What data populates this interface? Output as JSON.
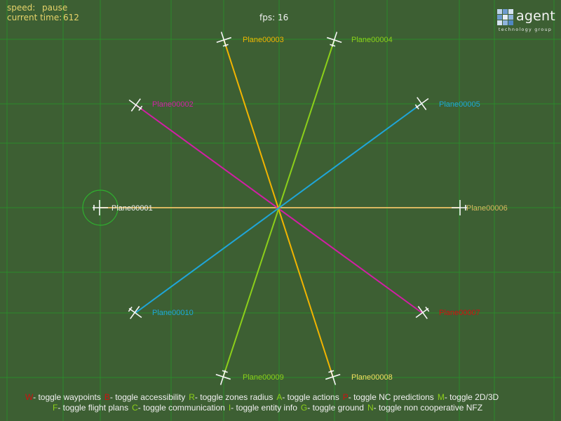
{
  "hud": {
    "speed_label": "speed:",
    "speed_value": "pause",
    "time_label": "current time:",
    "time_value": "612",
    "fps_label": "fps:",
    "fps_value": "16"
  },
  "logo": {
    "word": "agent",
    "sub": "technology group"
  },
  "colors": {
    "background": "#3d5f33",
    "grid": "#2b8a2b",
    "yellow": "#f2b400",
    "green": "#8ccf1a",
    "magenta": "#d21ea5",
    "blue": "#1fa6d9",
    "tan": "#d8b860",
    "red": "#d01010",
    "white": "#f0f0f0"
  },
  "planes": [
    {
      "id": "Plane00001",
      "color": "#f0f0f0"
    },
    {
      "id": "Plane00002",
      "color": "#d21ea5"
    },
    {
      "id": "Plane00003",
      "color": "#f2b400"
    },
    {
      "id": "Plane00004",
      "color": "#8ccf1a"
    },
    {
      "id": "Plane00005",
      "color": "#1fa6d9"
    },
    {
      "id": "Plane00006",
      "color": "#d8b860"
    },
    {
      "id": "Plane00007",
      "color": "#d01010"
    },
    {
      "id": "Plane00008",
      "color": "#f2e060"
    },
    {
      "id": "Plane00009",
      "color": "#8ccf1a"
    },
    {
      "id": "Plane00010",
      "color": "#1fa6d9"
    }
  ],
  "help": {
    "row1": [
      {
        "key": "W",
        "key_color": "#d01010",
        "text": "- toggle waypoints"
      },
      {
        "key": "B",
        "key_color": "#d01010",
        "text": "- toggle accessibility"
      },
      {
        "key": "R",
        "key_color": "#8ccf1a",
        "text": "- toggle zones radius"
      },
      {
        "key": "A",
        "key_color": "#8ccf1a",
        "text": "- toggle actions"
      },
      {
        "key": "P",
        "key_color": "#d01010",
        "text": "- toggle NC predictions"
      },
      {
        "key": "M",
        "key_color": "#8ccf1a",
        "text": "- toggle 2D/3D"
      }
    ],
    "row2": [
      {
        "key": "F",
        "key_color": "#8ccf1a",
        "text": "- toggle flight plans"
      },
      {
        "key": "C",
        "key_color": "#8ccf1a",
        "text": "- toggle communication"
      },
      {
        "key": "I",
        "key_color": "#8ccf1a",
        "text": "- toggle entity info"
      },
      {
        "key": "G",
        "key_color": "#8ccf1a",
        "text": "- toggle ground"
      },
      {
        "key": "N",
        "key_color": "#8ccf1a",
        "text": "- toggle non cooperative NFZ"
      }
    ]
  }
}
